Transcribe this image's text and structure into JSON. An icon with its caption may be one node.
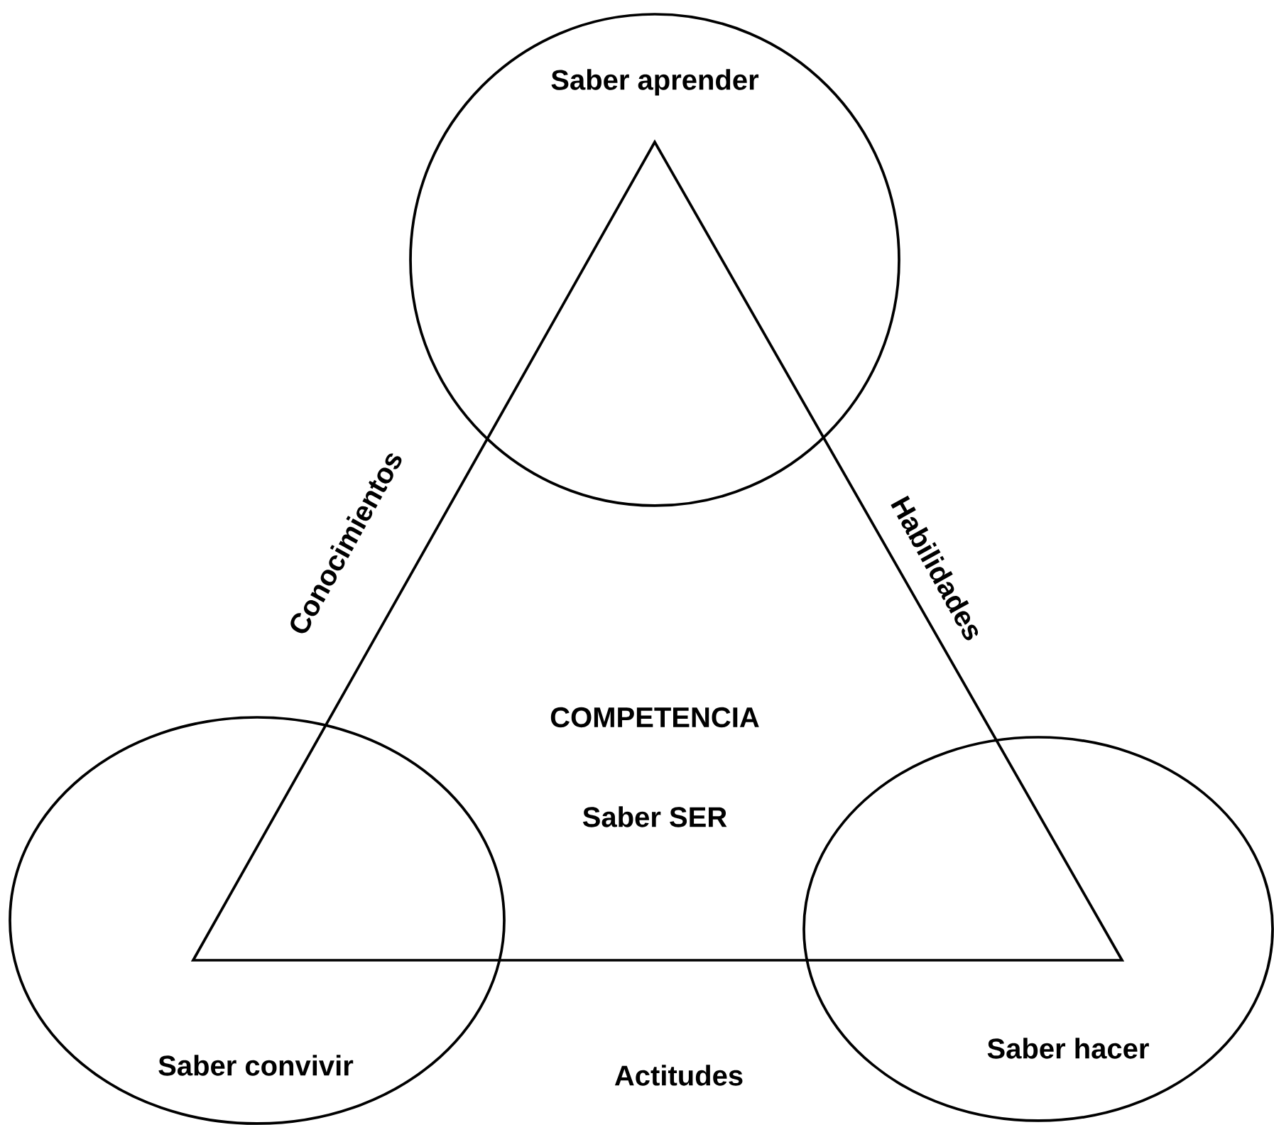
{
  "diagram": {
    "nodes": [
      {
        "text": [
          "Saber aprender"
        ]
      },
      {
        "text": [
          "COMPETENCIA",
          "Saber SER"
        ]
      },
      {
        "text": [
          "Saber convivir"
        ]
      },
      {
        "text": [
          "Saber hacer"
        ]
      }
    ],
    "labels": [
      "Conocimientos",
      "Habilidades",
      "Actitudes"
    ]
  }
}
